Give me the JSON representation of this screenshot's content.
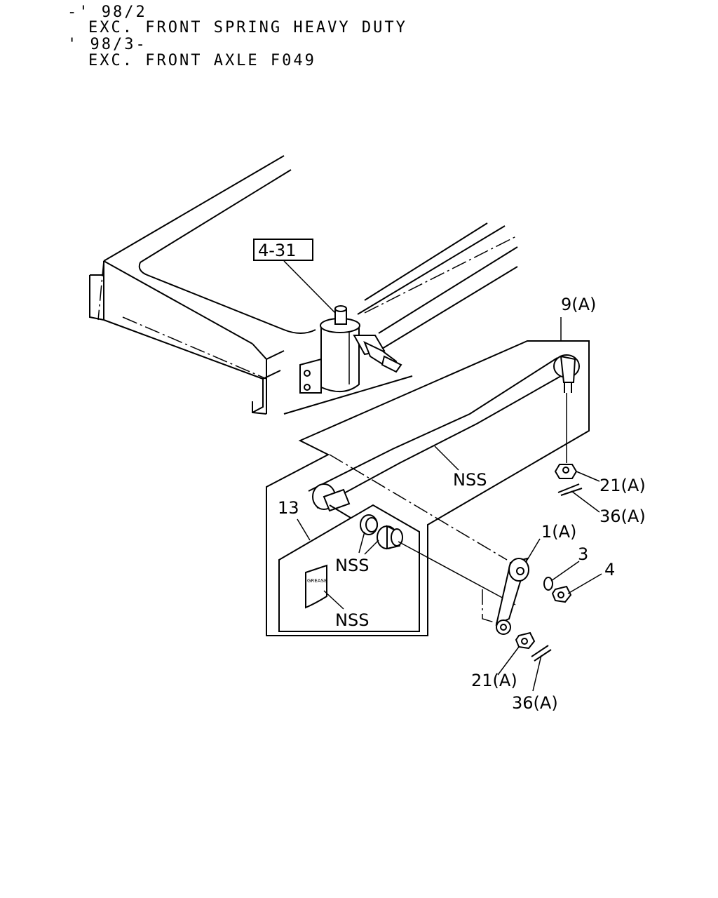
{
  "header": {
    "line1": "-' 98/2",
    "line2": "EXC. FRONT SPRING HEAVY DUTY",
    "line3": "' 98/3-",
    "line4": "EXC. FRONT AXLE F049"
  },
  "callouts": {
    "ref_box": "4-31",
    "part_9": "9(A)",
    "nss_rod": "NSS",
    "part_21_upper": "21(A)",
    "part_36_upper": "36(A)",
    "part_13": "13",
    "nss_kit": "NSS",
    "nss_grease": "NSS",
    "part_1": "1(A)",
    "part_3": "3",
    "part_4": "4",
    "part_21_lower": "21(A)",
    "part_36_lower": "36(A)",
    "grease_label": "GREASE"
  }
}
